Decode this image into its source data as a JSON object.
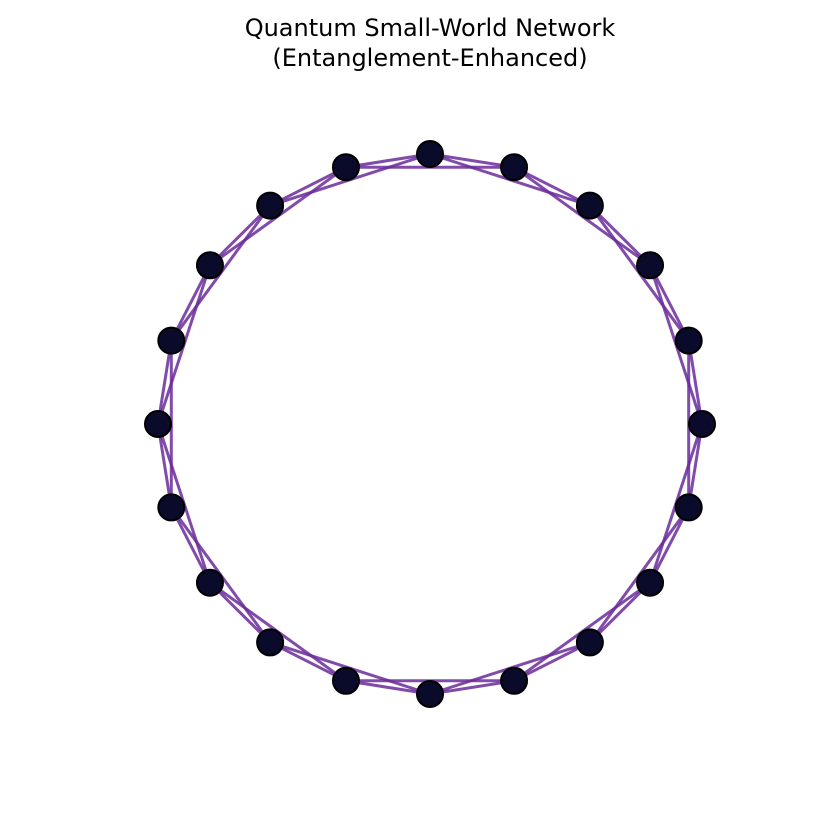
{
  "title": {
    "line1": "Quantum Small-World Network",
    "line2": "(Entanglement-Enhanced)"
  },
  "network": {
    "node_count": 20,
    "neighbor_offsets": [
      1,
      2
    ],
    "edge_color": "#6a2c9a",
    "edge_opacity": 0.85,
    "node_fill": "#0a0a2a",
    "node_stroke": "#000000"
  }
}
